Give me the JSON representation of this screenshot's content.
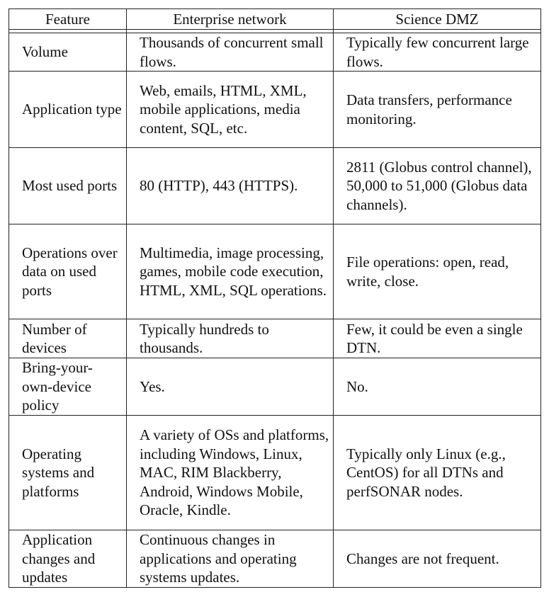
{
  "header": {
    "col1": "Feature",
    "col2": "Enterprise network",
    "col3": "Science DMZ"
  },
  "rows": [
    {
      "feature": "Volume",
      "enterprise": "Thousands of concurrent small flows.",
      "dmz": "Typically few concurrent large flows."
    },
    {
      "feature": "Application type",
      "enterprise": "Web, emails, HTML, XML, mobile applications, media content, SQL, etc.",
      "dmz": "Data transfers, performance monitoring."
    },
    {
      "feature": "Most used ports",
      "enterprise": "80 (HTTP), 443 (HTTPS).",
      "dmz": "2811 (Globus control channel), 50,000 to 51,000 (Globus data channels)."
    },
    {
      "feature": "Operations over data on used ports",
      "enterprise": "Multimedia, image processing, games, mobile code execution, HTML, XML, SQL operations.",
      "dmz": "File operations: open, read, write, close."
    },
    {
      "feature": "Number of devices",
      "enterprise": "Typically hundreds to thousands.",
      "dmz": "Few, it could be even a single DTN."
    },
    {
      "feature": "Bring-your-own-device policy",
      "enterprise": "Yes.",
      "dmz": "No."
    },
    {
      "feature": "Operating systems and platforms",
      "enterprise": "A variety of OSs and platforms, including Windows, Linux, MAC, RIM Blackberry, Android, Windows Mobile, Oracle, Kindle.",
      "dmz": "Typically only Linux (e.g., CentOS) for all DTNs and perfSONAR nodes."
    },
    {
      "feature": "Application changes and updates",
      "enterprise": "Continuous changes in applications and operating systems updates.",
      "dmz": "Changes are not frequent."
    }
  ]
}
